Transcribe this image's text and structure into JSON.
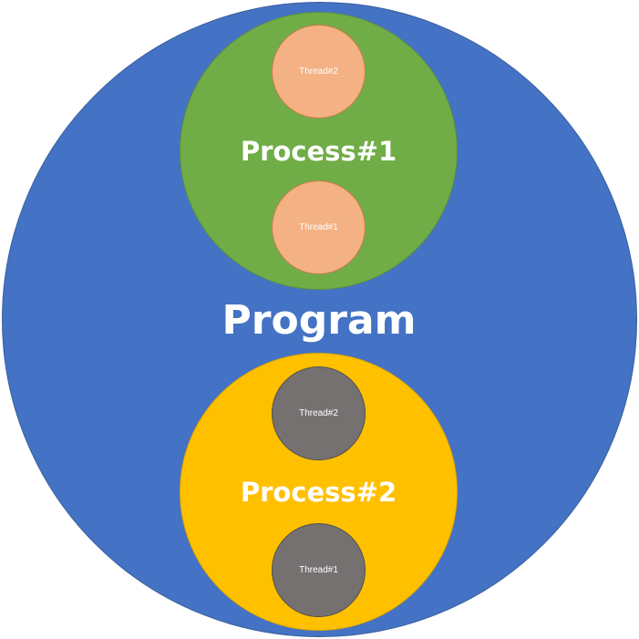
{
  "program": {
    "label": "Program",
    "color": "#4472c4"
  },
  "processes": [
    {
      "label": "Process#1",
      "color": "#70ad47",
      "threads": [
        {
          "label": "Thread#2",
          "color": "#f4b183"
        },
        {
          "label": "Thread#1",
          "color": "#f4b183"
        }
      ]
    },
    {
      "label": "Process#2",
      "color": "#ffc000",
      "threads": [
        {
          "label": "Thread#2",
          "color": "#767171"
        },
        {
          "label": "Thread#1",
          "color": "#767171"
        }
      ]
    }
  ],
  "text_color": "#ffffff"
}
